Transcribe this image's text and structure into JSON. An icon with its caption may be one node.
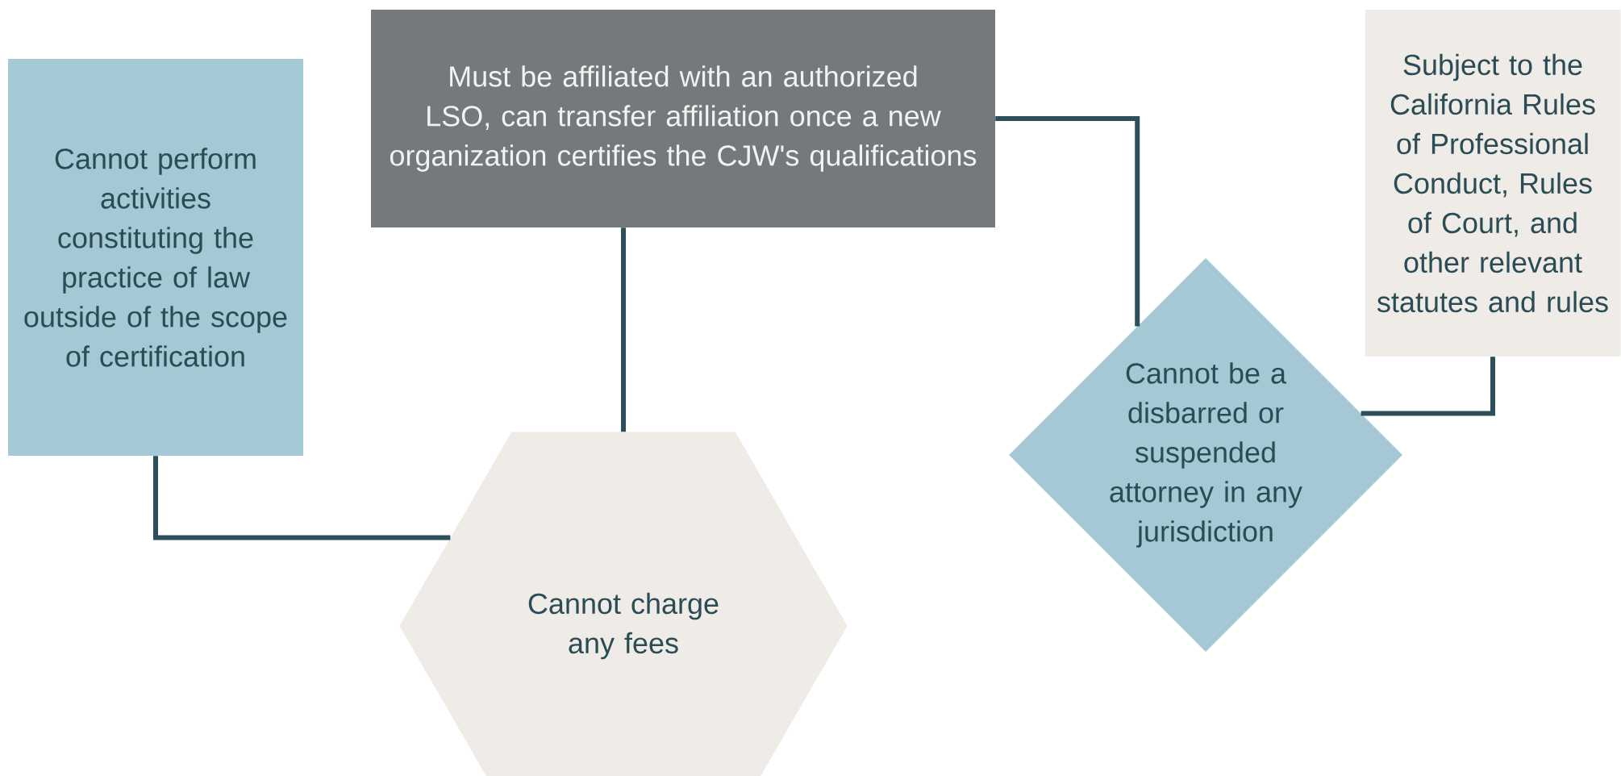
{
  "diagram": {
    "nodes": [
      {
        "text": [
          "Cannot perform activities constituting the practice of law outside of the scope of certification"
        ]
      },
      {
        "text": [
          "Must be affiliated with an authorized LSO, can transfer affiliation once a new organization certifies the CJW's qualifications"
        ]
      },
      {
        "text": [
          "Cannot charge any fees"
        ]
      },
      {
        "text": [
          "Cannot be a disbarred or suspended attorney in any jurisdiction"
        ]
      },
      {
        "text": [
          "Subject to the California Rules of Professional Conduct, Rules of Court, and other relevant statutes and rules"
        ]
      }
    ],
    "edges": [
      {
        "from": 0,
        "to": 2,
        "arrow": "none"
      },
      {
        "from": 1,
        "to": 2,
        "arrow": "none"
      },
      {
        "from": 1,
        "to": 3,
        "arrow": "none"
      },
      {
        "from": 3,
        "to": 4,
        "arrow": "none"
      }
    ]
  }
}
